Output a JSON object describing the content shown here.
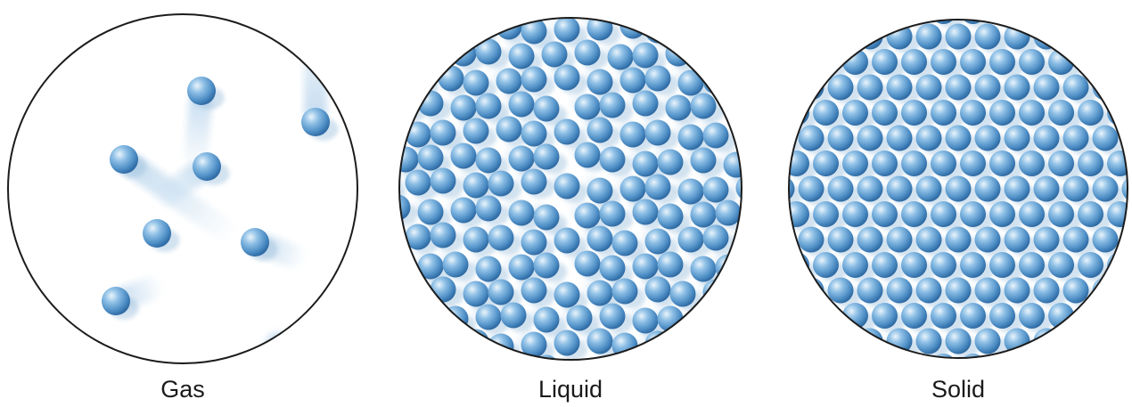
{
  "panels": [
    {
      "id": "gas",
      "label": "Gas"
    },
    {
      "id": "liquid",
      "label": "Liquid"
    },
    {
      "id": "solid",
      "label": "Solid"
    }
  ],
  "colors": {
    "particle_light": "#cfe6f6",
    "particle_mid": "#5f9fd2",
    "particle_dark": "#2f6aa3",
    "motion_trail": "#b9d5ec",
    "circle_outline": "#1c1c1c",
    "background": "#ffffff"
  }
}
